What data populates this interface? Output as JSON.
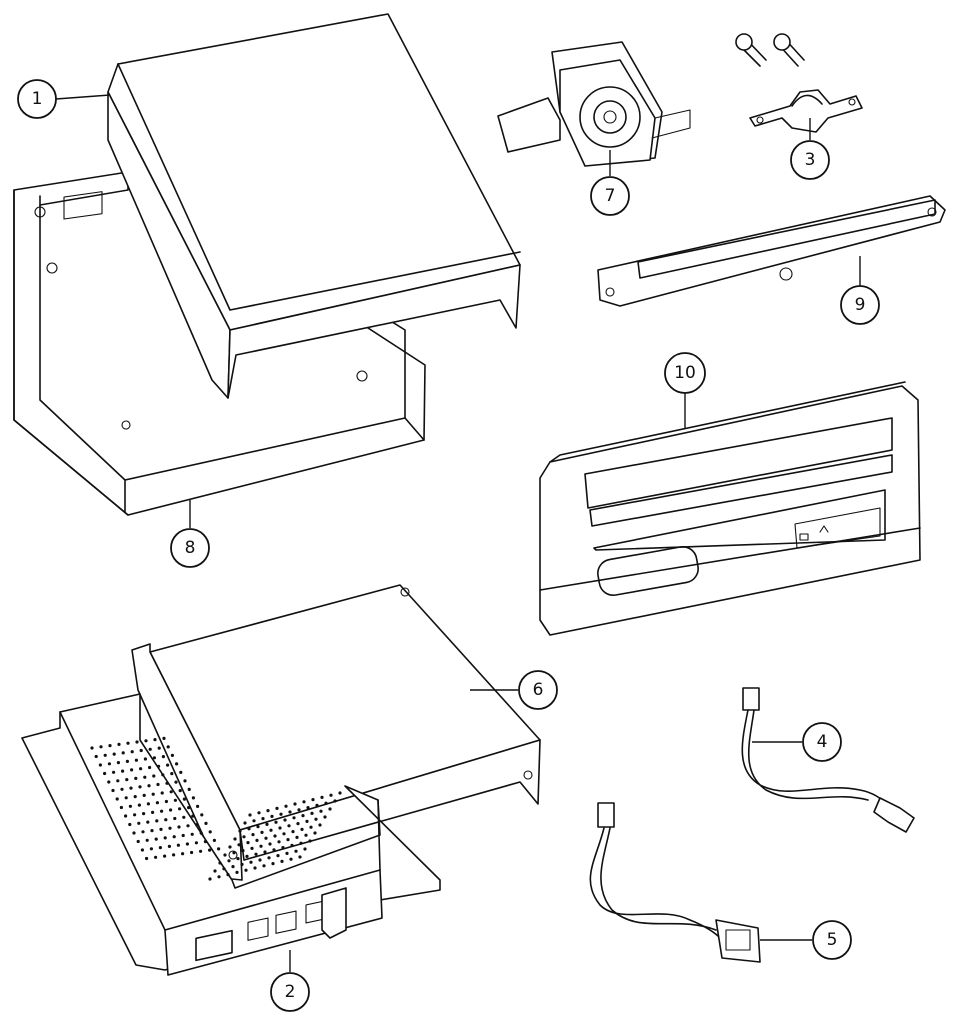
{
  "callouts": {
    "c1": "1",
    "c2": "2",
    "c3": "3",
    "c4": "4",
    "c5": "5",
    "c6": "6",
    "c7": "7",
    "c8": "8",
    "c9": "9",
    "c10": "10"
  },
  "line_color": "#111111",
  "background_color": "#ffffff"
}
